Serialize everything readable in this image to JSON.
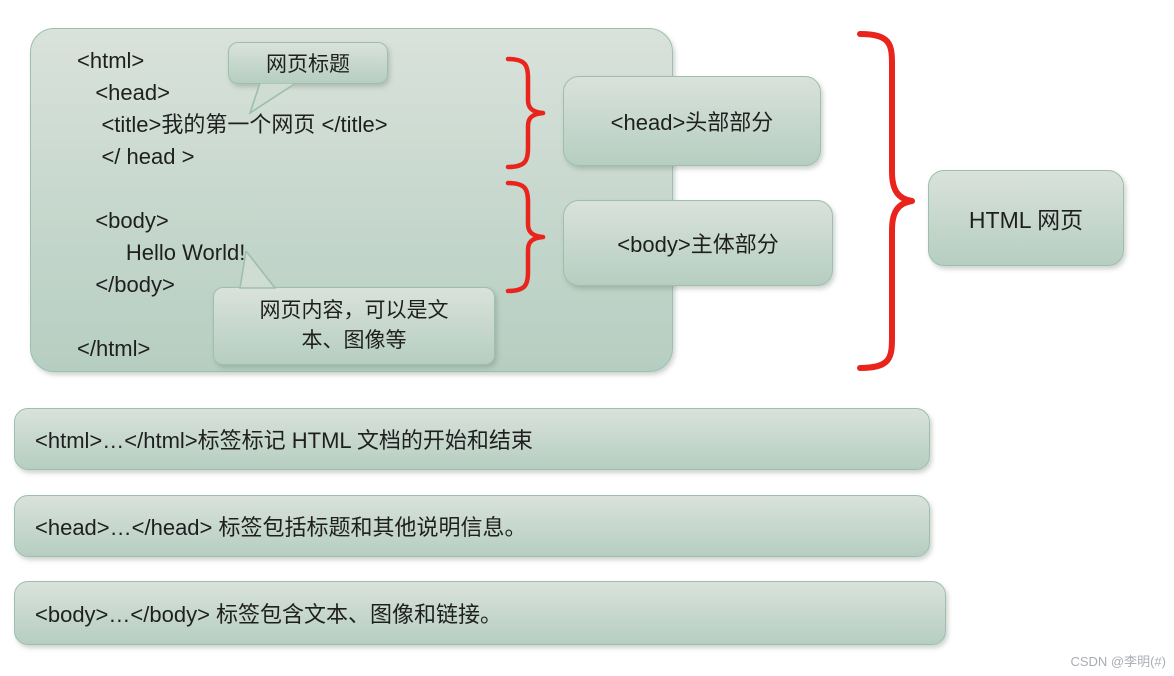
{
  "colors": {
    "brace_red": "#e8241c",
    "box_border": "#9dbfac",
    "box_fill_top": "#d9e2db",
    "box_fill_bottom": "#b6cec1",
    "callout_fill": "#cfdcd2",
    "text": "#1f1f1f",
    "watermark": "#a9adb3"
  },
  "code_panel": {
    "lines": [
      "<html>",
      "   <head>",
      "    <title>我的第一个网页 </title>",
      "    </ head >",
      "",
      "   <body>",
      "        Hello World!",
      "   </body>",
      "",
      "</html>"
    ]
  },
  "callouts": {
    "title": "网页标题",
    "content": "网页内容，可以是文\n本、图像等"
  },
  "labels": {
    "head_box": "<head>头部部分",
    "body_box": "<body>主体部分",
    "html_box": "HTML 网页"
  },
  "bars": [
    {
      "text": "<html>…</html>标签标记 HTML 文档的开始和结束"
    },
    {
      "text": "<head>…</head> 标签包括标题和其他说明信息。"
    },
    {
      "text": "<body>…</body> 标签包含文本、图像和链接。"
    }
  ],
  "watermark": "CSDN @李明(#)"
}
